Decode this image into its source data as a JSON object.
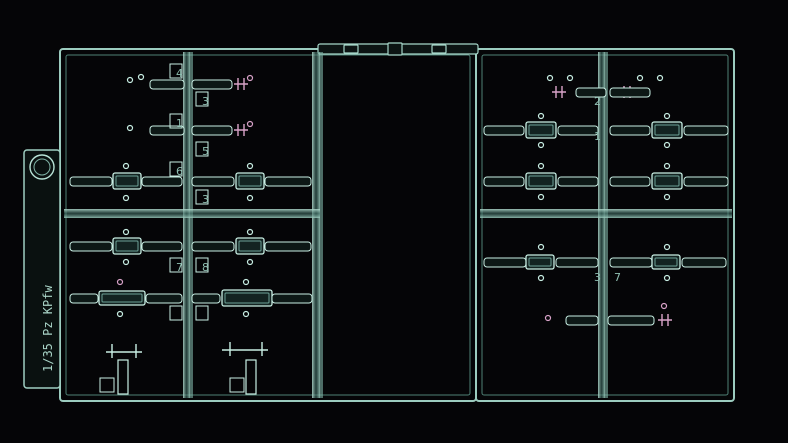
{
  "photo": {
    "subject": "clear plastic model kit sprue on black background",
    "colors": {
      "background": "#050507",
      "plastic": "#6fa59a",
      "plastic_highlight": "#c9efe4",
      "pink_tint": "#d9a3c9"
    }
  },
  "sprue": {
    "tab_text": "1/35 Pz KPfw",
    "part_numbers": {
      "left_frame": [
        "4",
        "3",
        "1",
        "5",
        "6",
        "3",
        "7",
        "8"
      ],
      "right_frame": [
        "2",
        "1",
        "3",
        "7"
      ]
    }
  }
}
